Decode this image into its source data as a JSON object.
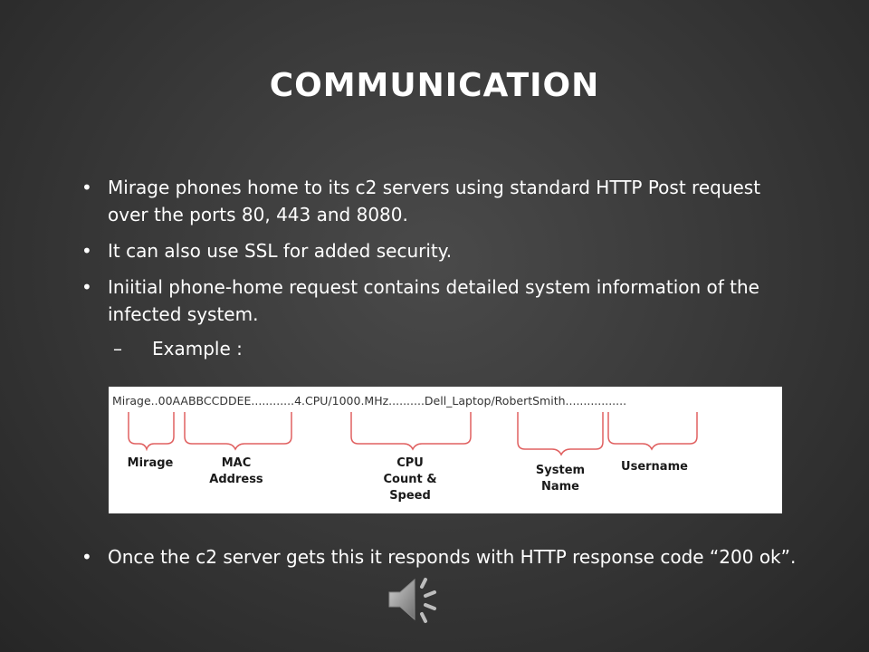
{
  "slide": {
    "title": "COMMUNICATION",
    "bullets": [
      "Mirage phones home to its c2 servers using standard HTTP Post request over the ports 80,  443 and 8080.",
      "It can also use SSL for added security.",
      "Iniitial phone-home request contains detailed system information of the infected system."
    ],
    "sub_bullet": "Example :",
    "last_bullet": "Once the c2 server gets this it responds with HTTP  response code “200 ok”."
  },
  "figure": {
    "request_string": "Mirage..00AABBCCDDEE............4.CPU/1000.MHz..........Dell_Laptop/RobertSmith.................",
    "labels": {
      "mirage": "Mirage",
      "mac_1": "MAC",
      "mac_2": "Address",
      "cpu_1": "CPU",
      "cpu_2": "Count &",
      "cpu_3": "Speed",
      "sys_1": "System",
      "sys_2": "Name",
      "user": "Username"
    },
    "bracket_color": "#e06060"
  },
  "icons": {
    "audio": "speaker-icon"
  }
}
